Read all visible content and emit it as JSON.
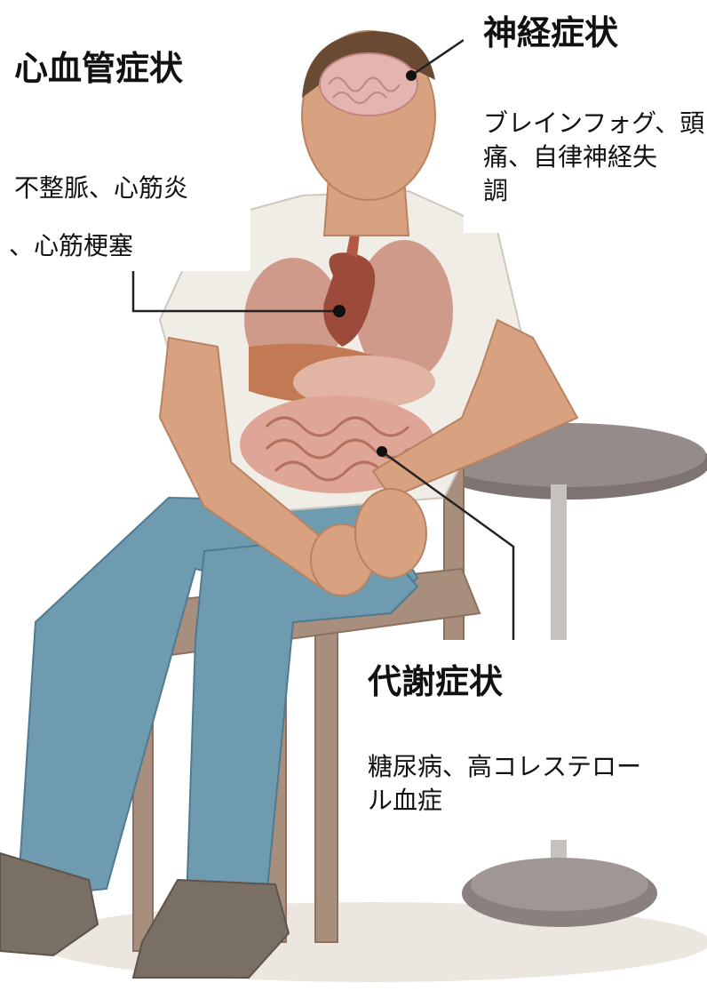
{
  "labels": {
    "cardio": {
      "title": "心血管症状",
      "line1": "不整脈、心筋炎",
      "line2": "、心筋梗塞"
    },
    "neuro": {
      "title": "神経症状",
      "line1": "ブレインフォグ、頭",
      "line2": "痛、自律神経失",
      "line3": "調"
    },
    "metabolic": {
      "title": "代謝症状",
      "line1": "糖尿病、高コレステロー",
      "line2": "ル血症"
    }
  },
  "colors": {
    "skin": "#d8a17f",
    "hair": "#6b4a33",
    "shirt": "#f0ece6",
    "jeans": "#6f9bb0",
    "organs": "#c98a7a",
    "heart": "#9c4a3a",
    "chair": "#a88e7c",
    "table": "#7d7372",
    "shoes": "#7a6f64"
  }
}
